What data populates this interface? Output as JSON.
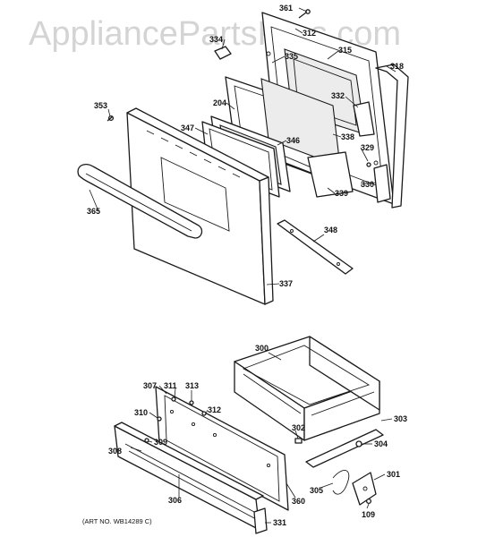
{
  "watermark": "AppliancePartsPros.com",
  "art_number": "(ART NO. WB14289 C)",
  "callouts": [
    "361",
    "312",
    "334",
    "335",
    "315",
    "318",
    "353",
    "332",
    "204",
    "347",
    "346",
    "338",
    "329",
    "330",
    "339",
    "365",
    "348",
    "337",
    "300",
    "307",
    "311",
    "313",
    "310",
    "312",
    "303",
    "302",
    "304",
    "308",
    "309",
    "306",
    "360",
    "301",
    "305",
    "109",
    "331"
  ],
  "diagram_sections": [
    "oven-door-assembly",
    "storage-drawer-assembly"
  ]
}
